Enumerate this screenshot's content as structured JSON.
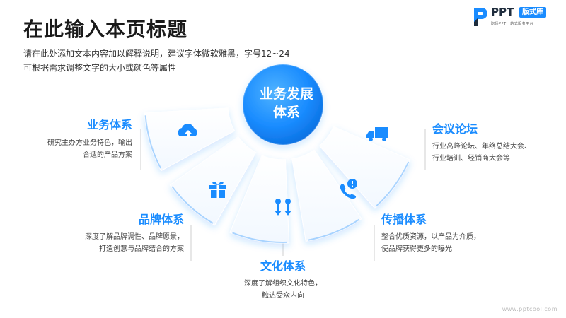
{
  "page": {
    "title": "在此输入本页标题",
    "subtitle_lines": [
      "请在此处添加文本内容加以解释说明，建议字体微软雅黑，字号12~24",
      "可根据需求调整文字的大小或颜色等属性"
    ]
  },
  "logo": {
    "name": "PPT",
    "badge": "版式库",
    "tagline": "职场PPT一站式服务平台"
  },
  "center": {
    "line1": "业务发展",
    "line2": "体系"
  },
  "segments": [
    {
      "title": "业务体系",
      "desc": [
        "研究主办方业务特色，输出",
        "合适的产品方案"
      ],
      "icon": "cloud-upload-icon"
    },
    {
      "title": "品牌体系",
      "desc": [
        "深度了解品牌调性、品牌愿景，",
        "打造创意与品牌结合的方案"
      ],
      "icon": "gift-icon"
    },
    {
      "title": "文化体系",
      "desc": [
        "深度了解组织文化特色，",
        "触达受众内向"
      ],
      "icon": "arrows-updown-icon"
    },
    {
      "title": "传播体系",
      "desc": [
        "整合优质资源，以产品为介质，",
        "使品牌获得更多的曝光"
      ],
      "icon": "phone-alert-icon"
    },
    {
      "title": "会议论坛",
      "desc": [
        "行业高峰论坛、年终总结大会、",
        "行业培训、经销商大会等"
      ],
      "icon": "truck-icon"
    }
  ],
  "colors": {
    "accent": "#1a8cff",
    "accent_dark": "#0a6fe0",
    "text": "#333333"
  },
  "footer": "www.pptcool.com"
}
